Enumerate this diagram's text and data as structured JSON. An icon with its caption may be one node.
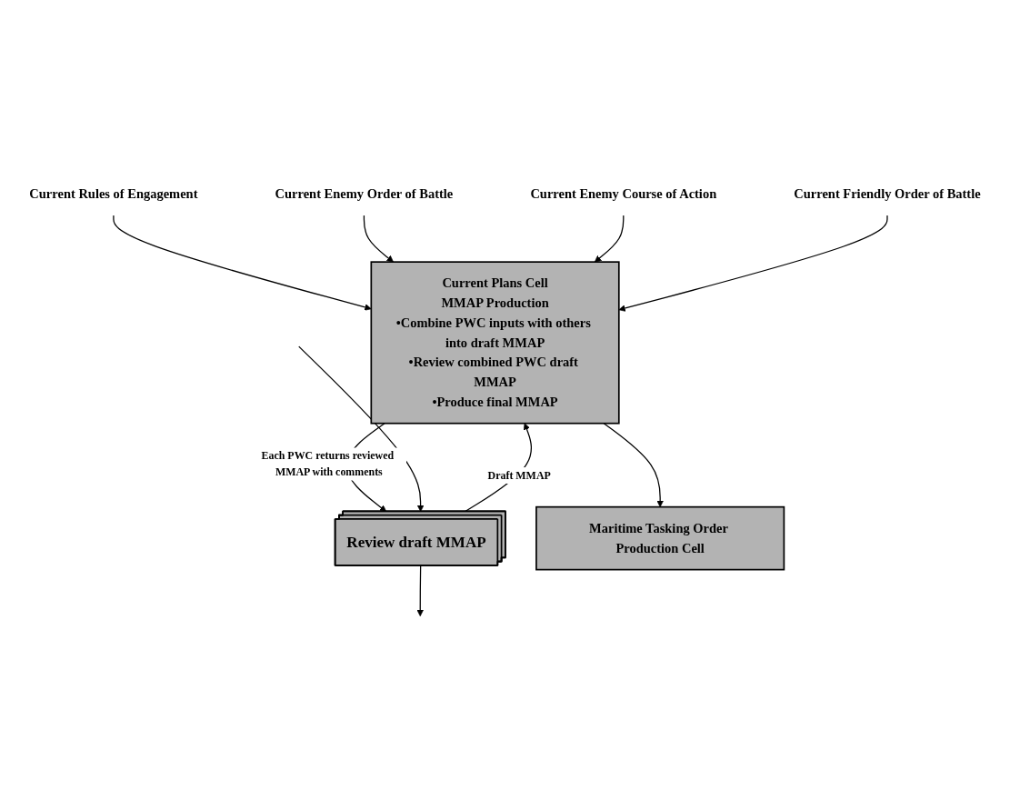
{
  "diagram": {
    "nodes": [
      {
        "text": [
          "Current Rules of Engagement"
        ]
      },
      {
        "text": [
          "Current Enemy Order of Battle"
        ]
      },
      {
        "text": [
          "Current Enemy Course of Action"
        ]
      },
      {
        "text": [
          "Current Friendly Order of Battle"
        ]
      },
      {
        "text": [
          "Current Plans Cell",
          "MMAP Production",
          "•Combine PWC inputs with others into draft MMAP",
          "•Review combined PWC draft MMAP",
          "•Produce final MMAP"
        ]
      },
      {
        "text": [
          "Review draft MMAP"
        ]
      },
      {
        "text": [
          "Maritime Tasking Order Production Cell"
        ]
      }
    ],
    "edges": [
      {
        "from": 0,
        "to": 4,
        "arrow": "to"
      },
      {
        "from": 1,
        "to": 4,
        "arrow": "to"
      },
      {
        "from": 2,
        "to": 4,
        "arrow": "to"
      },
      {
        "from": 3,
        "to": 4,
        "arrow": "to"
      },
      {
        "from": 5,
        "to": 4,
        "arrow": "to",
        "label": "Draft MMAP"
      },
      {
        "from": 4,
        "to": 5,
        "arrow": "to",
        "label": "Each PWC returns reviewed MMAP with comments"
      },
      {
        "from": 4,
        "to": 6,
        "arrow": "to"
      },
      {
        "from": 5,
        "to": null,
        "arrow": "to"
      },
      {
        "from": null,
        "to": 5,
        "arrow": "to"
      }
    ]
  }
}
